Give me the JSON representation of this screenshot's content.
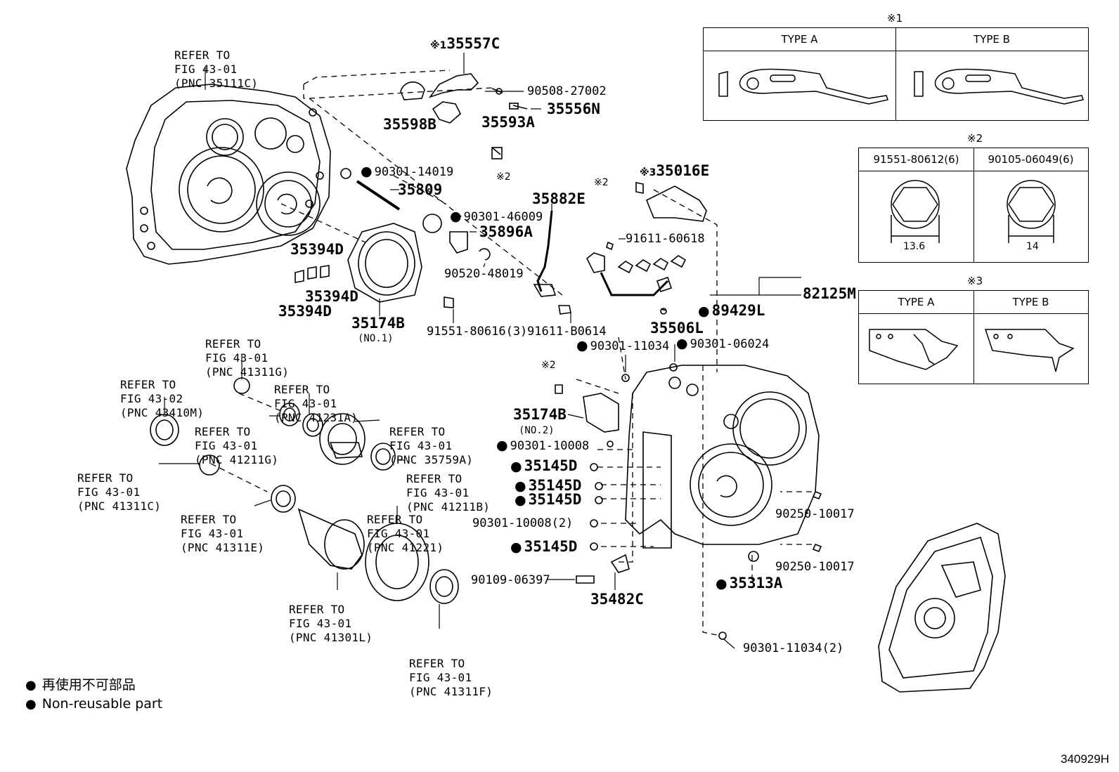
{
  "refer_labels": {
    "r35111c": [
      "REFER TO",
      "FIG 43-01",
      "(PNC 35111C)"
    ],
    "r41311g": [
      "REFER TO",
      "FIG 43-01",
      "(PNC 41311G)"
    ],
    "r43410m": [
      "REFER TO",
      "FIG 43-02",
      "(PNC 43410M)"
    ],
    "r41231a": [
      "REFER TO",
      "FIG 43-01",
      "(PNC 41231A)"
    ],
    "r41211g": [
      "REFER TO",
      "FIG 43-01",
      "(PNC 41211G)"
    ],
    "r35759a": [
      "REFER TO",
      "FIG 43-01",
      "(PNC 35759A)"
    ],
    "r41311c": [
      "REFER TO",
      "FIG 43-01",
      "(PNC 41311C)"
    ],
    "r41211b": [
      "REFER TO",
      "FIG 43-01",
      "(PNC 41211B)"
    ],
    "r41311e": [
      "REFER TO",
      "FIG 43-01",
      "(PNC 41311E)"
    ],
    "r41221": [
      "REFER TO",
      "FIG 43-01",
      "(PNC 41221)"
    ],
    "r41301l": [
      "REFER TO",
      "FIG 43-01",
      "(PNC 41301L)"
    ],
    "r41311f": [
      "REFER TO",
      "FIG 43-01",
      "(PNC 41311F)"
    ]
  },
  "parts": {
    "p35557c_mark": "※1",
    "p35557c": "35557C",
    "p90508": "90508-27002",
    "p35556n": "35556N",
    "p35598b": "35598B",
    "p35593a": "35593A",
    "mark2a": "※2",
    "p90301_14019": "90301-14019",
    "p35809": "35809",
    "p90301_46009": "90301-46009",
    "p35896a": "35896A",
    "p90520": "90520-48019",
    "p35882e": "35882E",
    "mark2b": "※2",
    "mark3": "※3",
    "p35016e": "35016E",
    "p91611_60618": "91611-60618",
    "p35394d_a": "35394D",
    "p35394d_b": "35394D",
    "p35394d_c": "35394D",
    "p35174b": "35174B",
    "p35174b_no1": "(NO.1)",
    "p91551_80616": "91551-80616(3)",
    "p91611_b0614": "91611-B0614",
    "p89429l": "89429L",
    "p82125m": "82125M",
    "p35506l": "35506L",
    "p90301_11034": "90301-11034",
    "p90301_06024": "90301-06024",
    "mark2c": "※2",
    "p35174b2": "35174B",
    "p35174b2_no2": "(NO.2)",
    "p90301_10008": "90301-10008",
    "p35145d_a": "35145D",
    "p35145d_b": "35145D",
    "p35145d_c": "35145D",
    "p90301_10008_2": "90301-10008(2)",
    "p35145d_d": "35145D",
    "p90109": "90109-06397",
    "p35482c": "35482C",
    "p90250_a": "90250-10017",
    "p90250_b": "90250-10017",
    "p35313a": "35313A",
    "p90301_11034_2": "90301-11034(2)"
  },
  "table1": {
    "mark": "※1",
    "col_a": "TYPE A",
    "col_b": "TYPE B"
  },
  "table2": {
    "mark": "※2",
    "col_a": "91551-80612(6)",
    "col_b": "90105-06049(6)",
    "dim_a": "13.6",
    "dim_b": "14"
  },
  "table3": {
    "mark": "※3",
    "col_a": "TYPE A",
    "col_b": "TYPE B"
  },
  "legend": {
    "jp": "再使用不可部品",
    "en": "Non-reusable part"
  },
  "figure_code": "340929H"
}
